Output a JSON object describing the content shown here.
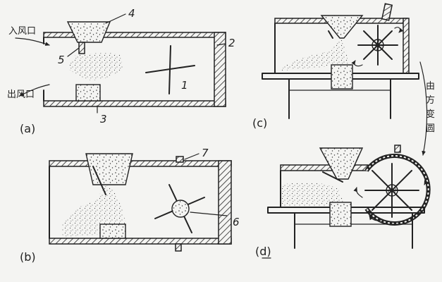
{
  "labels": {
    "inlet": "入风口",
    "outlet": "出风口",
    "n1": "1",
    "n2": "2",
    "n3": "3",
    "n4": "4",
    "n5": "5",
    "n6": "6",
    "n7": "7",
    "a": "(a)",
    "b": "(b)",
    "c": "(c)",
    "d": "(d)",
    "side_note": [
      "由",
      "方",
      "变",
      "圆"
    ]
  },
  "colors": {
    "ink": "#222222",
    "paper": "#f4f4f2"
  }
}
